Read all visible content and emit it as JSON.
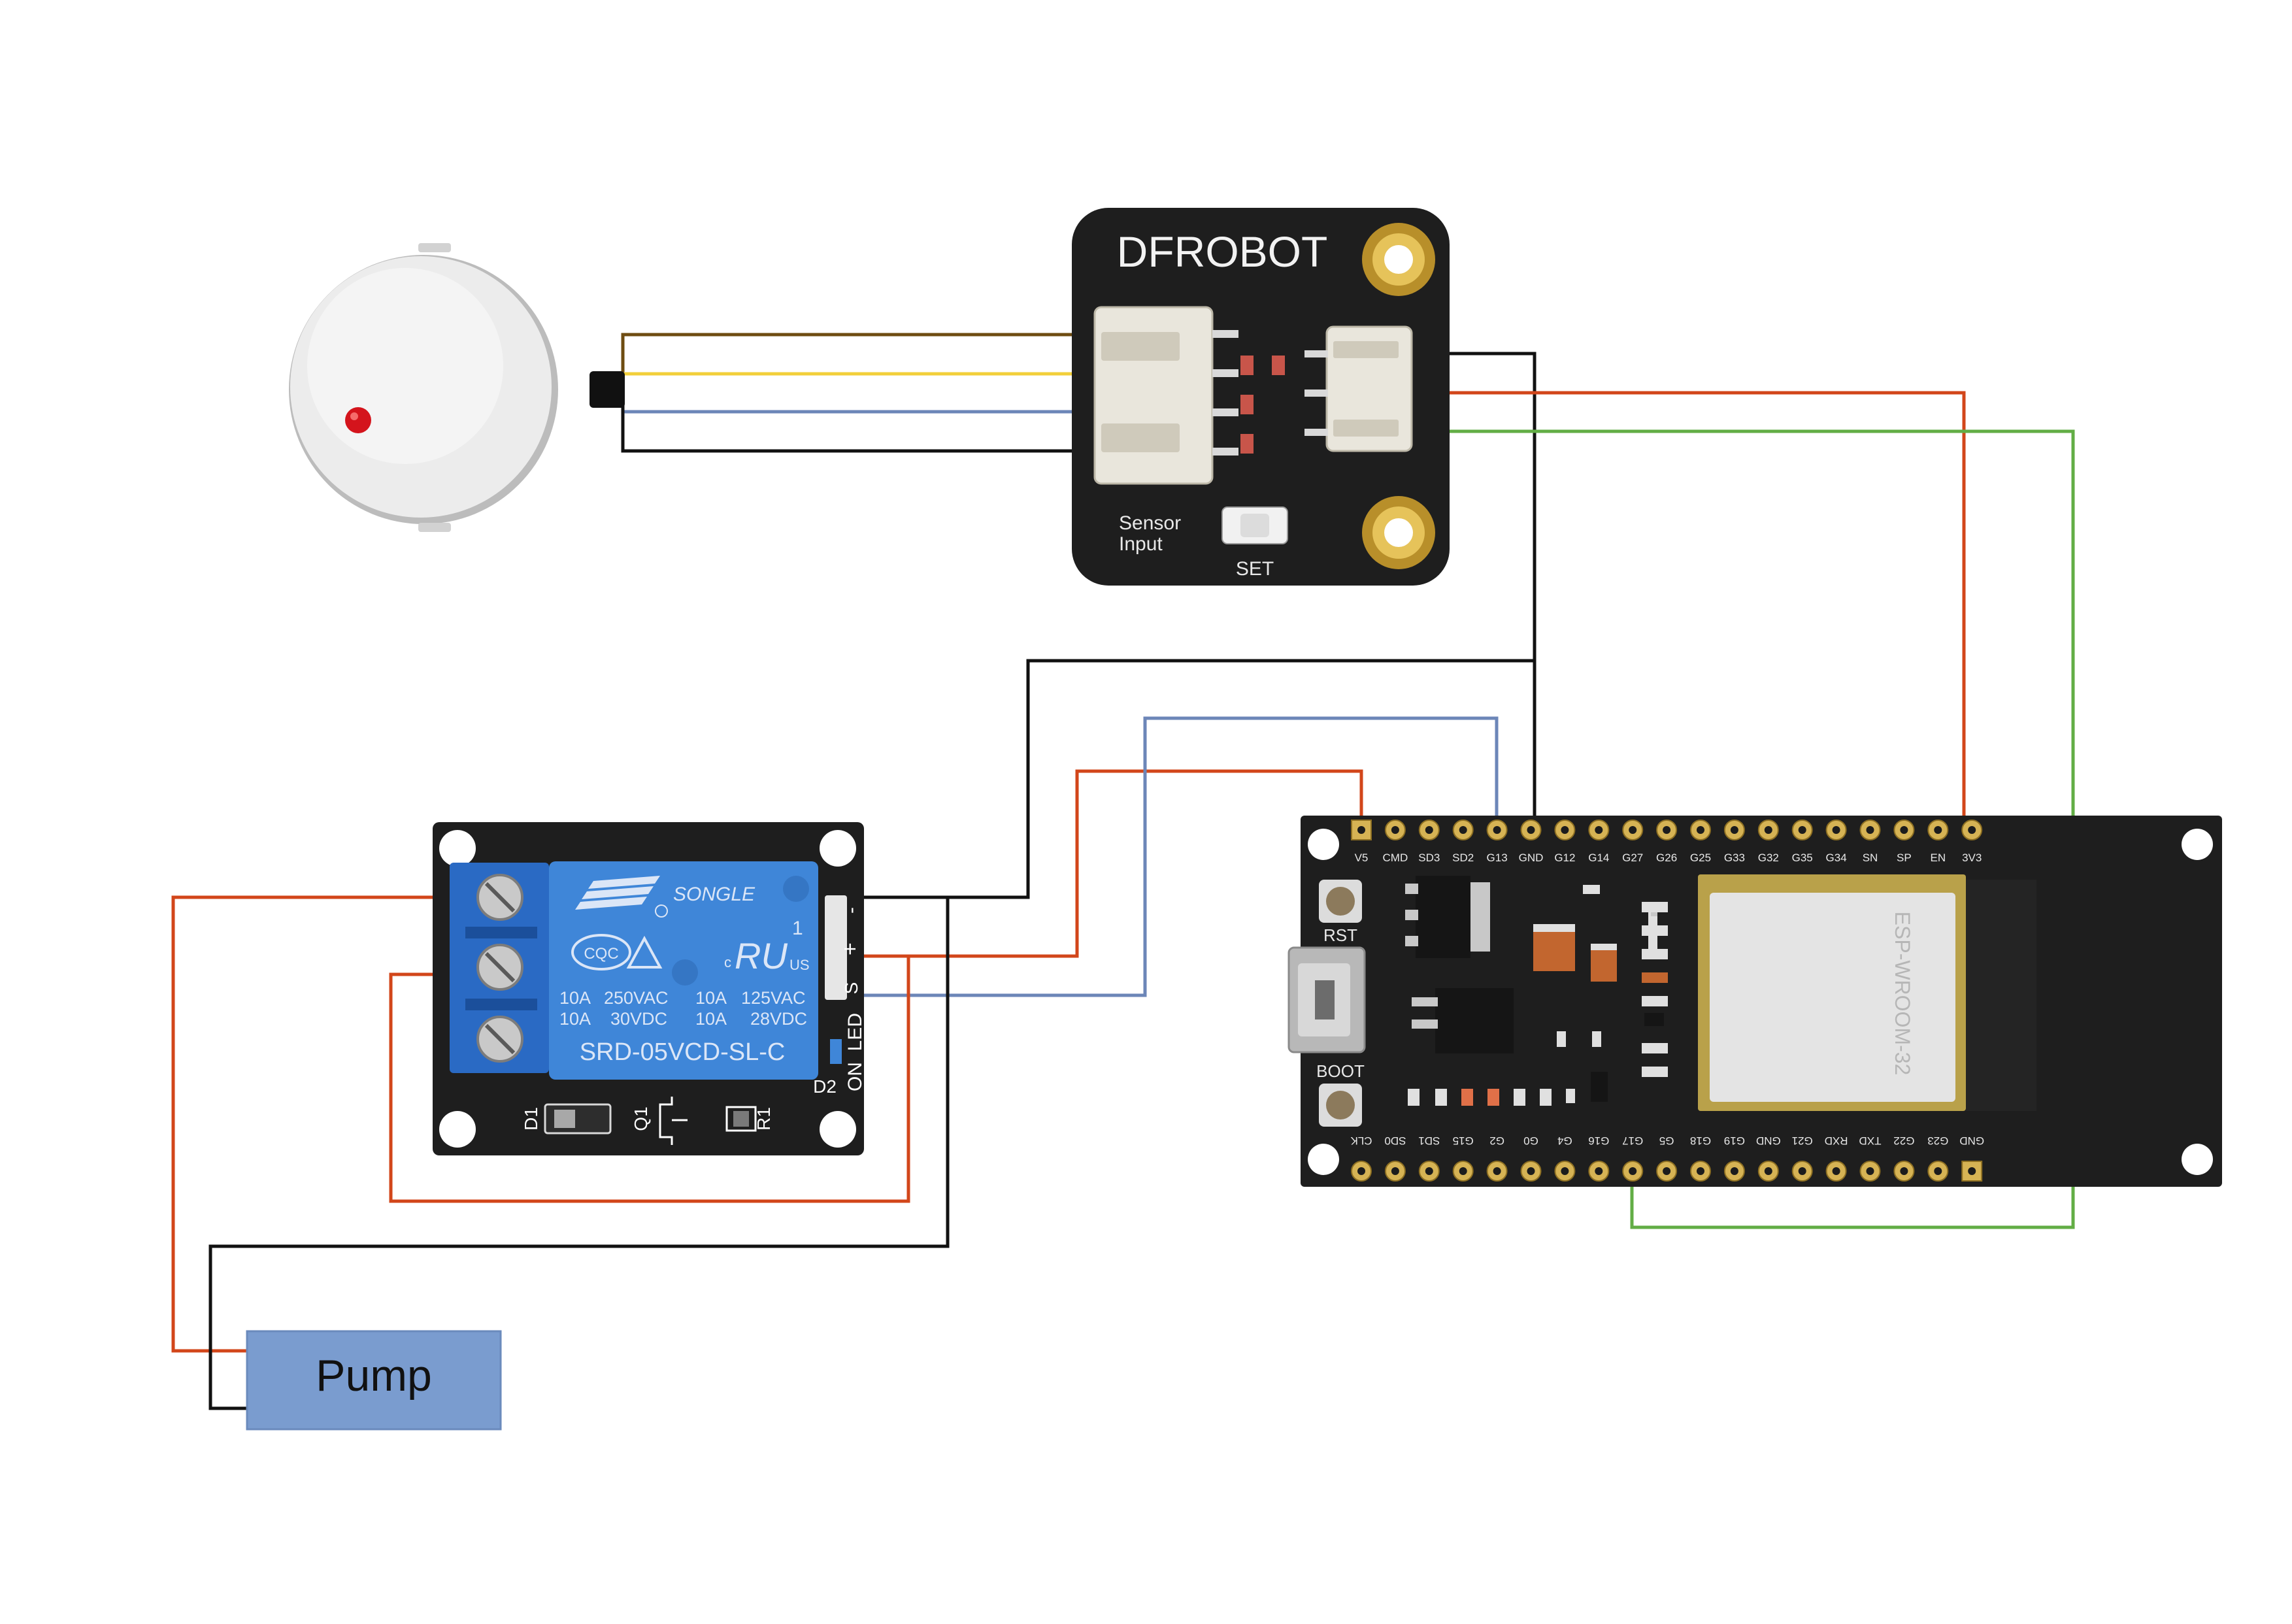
{
  "colors": {
    "wire_black": "#111111",
    "wire_red": "#d2461a",
    "wire_blue": "#6c86b8",
    "wire_green": "#62ad45",
    "wire_brown": "#6e4c12",
    "wire_yellow": "#f2cf3a",
    "pcb": "#1e1e1e",
    "relay_blue": "#3f86d8",
    "terminal_blue": "#2a6ac4",
    "pump_fill": "#7a9ccf",
    "esp_module": "#e4e4e4"
  },
  "sensor_board": {
    "brand": "DFROBOT",
    "input_label_line1": "Sensor",
    "input_label_line2": "Input",
    "button_label": "SET"
  },
  "relay": {
    "brand": "SONGLE",
    "cert_left": "CQC",
    "cert_right_c": "c",
    "cert_right_us": "US",
    "cert_number": "1",
    "rating_row1": [
      "10A",
      "250VAC",
      "10A",
      "125VAC"
    ],
    "rating_row2": [
      "10A",
      "30VDC",
      "10A",
      "28VDC"
    ],
    "model": "SRD-05VCD-SL-C",
    "pin_plus": "+",
    "pin_minus": "-",
    "pin_s": "S",
    "led_label": "ON_LED",
    "d2_label": "D2",
    "d1_label": "D1",
    "q1_label": "Q1",
    "r1_label": "R1"
  },
  "esp32": {
    "module_label": "ESP-WROOM-32",
    "rst_label": "RST",
    "boot_label": "BOOT",
    "top_pins": [
      "V5",
      "CMD",
      "SD3",
      "SD2",
      "G13",
      "GND",
      "G12",
      "G14",
      "G27",
      "G26",
      "G25",
      "G33",
      "G32",
      "G35",
      "G34",
      "SN",
      "SP",
      "EN",
      "3V3"
    ],
    "bottom_pins": [
      "CLK",
      "SD0",
      "SD1",
      "G15",
      "G2",
      "G0",
      "G4",
      "G16",
      "G17",
      "G5",
      "G18",
      "G19",
      "GND",
      "G21",
      "RXD",
      "TXD",
      "G22",
      "G23",
      "GND"
    ]
  },
  "pump": {
    "label": "Pump"
  }
}
